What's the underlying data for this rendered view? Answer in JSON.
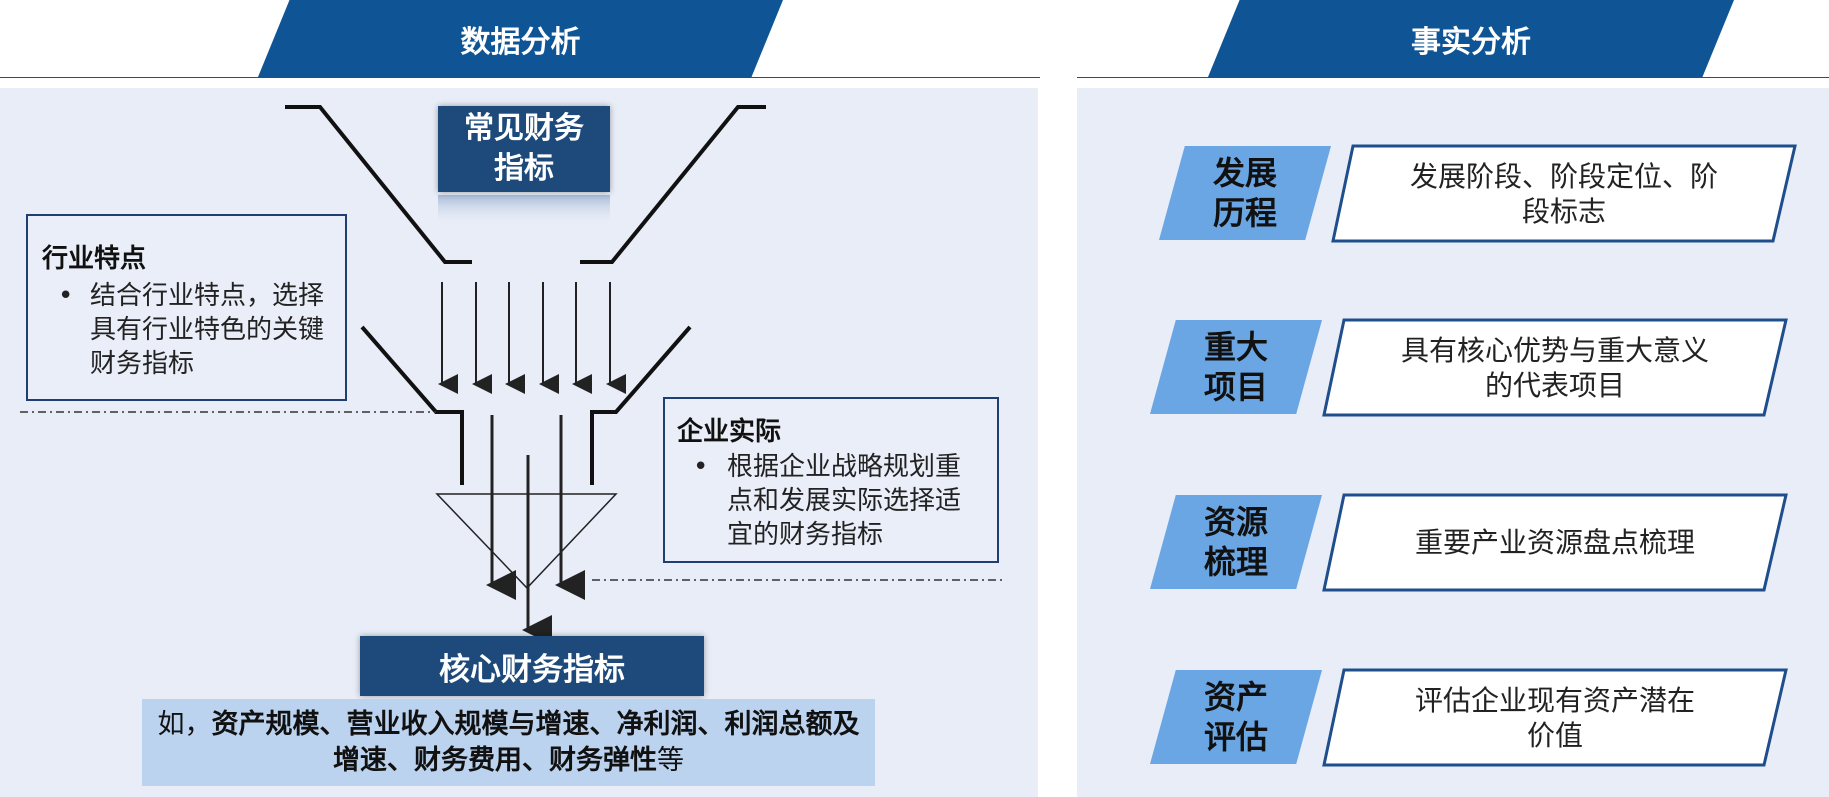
{
  "left": {
    "header": "数据分析",
    "top_label": "常见财务指标",
    "industry": {
      "title": "行业特点",
      "bullet": "结合行业特点，选择具有行业特色的关键财务指标"
    },
    "enterprise": {
      "title": "企业实际",
      "bullet": "根据企业战略规划重点和发展实际选择适宜的财务指标"
    },
    "core_label": "核心财务指标",
    "example": {
      "prefix": "如，",
      "items": "资产规模、营业收入规模与增速、净利润、利润总额及增速、财务费用、财务弹性",
      "suffix": "等"
    }
  },
  "right": {
    "header": "事实分析",
    "rows": [
      {
        "label": "发展历程",
        "desc": "发展阶段、阶段定位、阶段标志"
      },
      {
        "label": "重大项目",
        "desc": "具有核心优势与重大意义的代表项目"
      },
      {
        "label": "资源梳理",
        "desc": "重要产业资源盘点梳理"
      },
      {
        "label": "资产评估",
        "desc": "评估企业现有资产潜在价值"
      }
    ]
  },
  "colors": {
    "header_bg": "#0f5596",
    "panel_bg": "#e8edf7",
    "label_blue": "#6aa6e3",
    "dark_label": "#1d4a7a",
    "border": "#1f3f73"
  }
}
